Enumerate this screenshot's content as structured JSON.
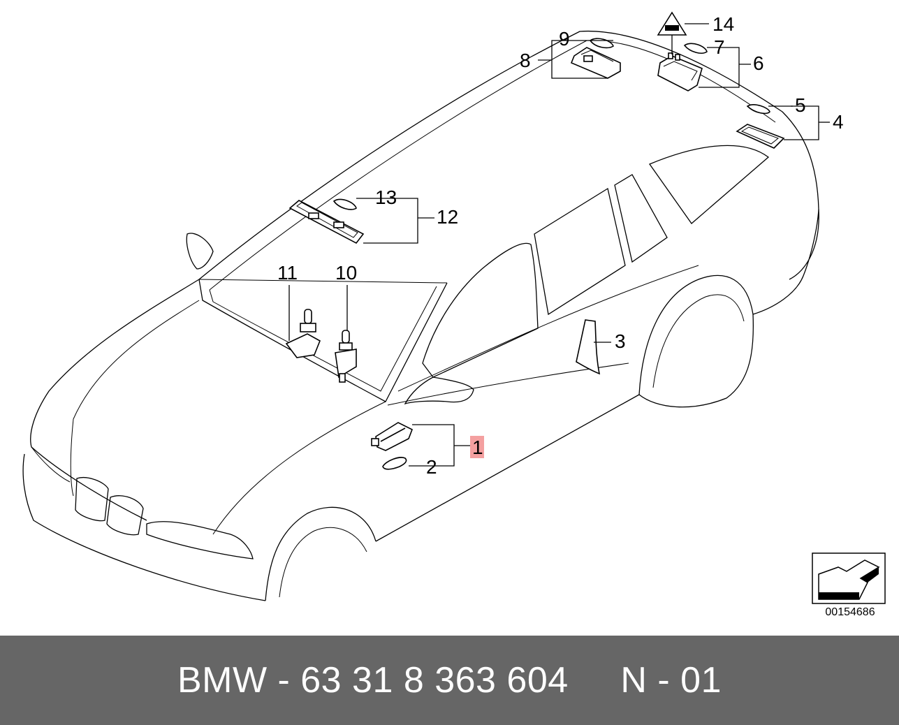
{
  "diagram": {
    "callouts": {
      "c1": "1",
      "c2": "2",
      "c3": "3",
      "c4": "4",
      "c5": "5",
      "c6": "6",
      "c7": "7",
      "c8": "8",
      "c9": "9",
      "c10": "10",
      "c11": "11",
      "c12": "12",
      "c13": "13",
      "c14": "14"
    },
    "highlight_color": "#f4a0a0",
    "diagram_id": "00154686"
  },
  "caption": {
    "text": "BMW - 63 31 8 363 604     N - 01"
  }
}
